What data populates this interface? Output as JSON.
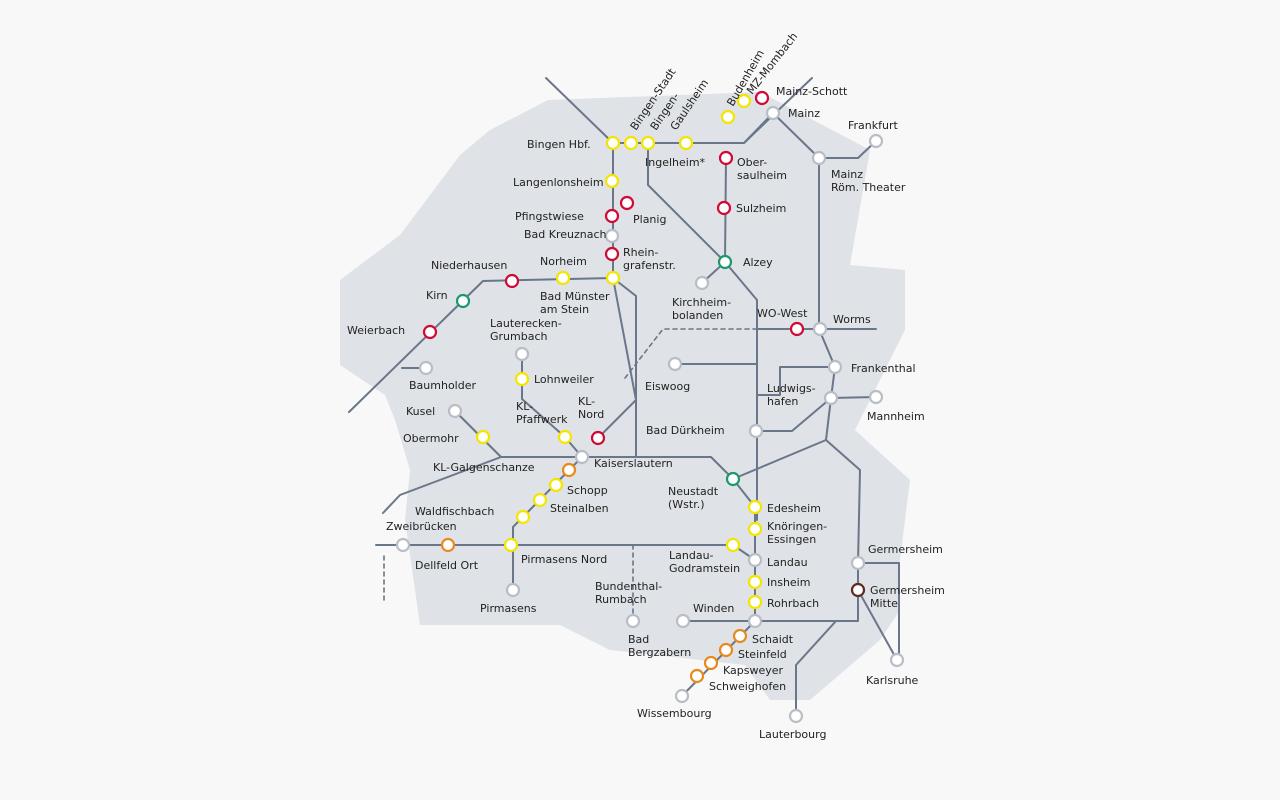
{
  "colors": {
    "track": "#6a7689",
    "region": "#dfe2e6",
    "station_types": {
      "yellow": "#f2e600",
      "red": "#d10a35",
      "green": "#1a9a6a",
      "orange": "#e88a1e",
      "gray": "#b9bec6",
      "brown": "#5a2d1e"
    }
  },
  "stations": [
    {
      "id": "mainz-schott",
      "label": "Mainz-Schott",
      "type": "red"
    },
    {
      "id": "mz-mombach",
      "label": "MZ-Mombach",
      "type": "yellow"
    },
    {
      "id": "budenheim",
      "label": "Budenheim",
      "type": "yellow"
    },
    {
      "id": "gaulsheim",
      "label": "Gaulsheim",
      "type": "yellow"
    },
    {
      "id": "bingen-stadt",
      "label": "Bingen-Stadt",
      "type": "yellow"
    },
    {
      "id": "bingen",
      "label": "Bingen-",
      "type": "yellow"
    },
    {
      "id": "bingen-hbf",
      "label": "Bingen Hbf.",
      "type": "yellow"
    },
    {
      "id": "mainz",
      "label": "Mainz",
      "type": "gray"
    },
    {
      "id": "frankfurt",
      "label": "Frankfurt",
      "type": "gray"
    },
    {
      "id": "mainz-roem-theater",
      "label": "Mainz\nRöm. Theater",
      "type": "gray"
    },
    {
      "id": "ober-saulheim",
      "label": "Ober-\nsaulheim",
      "type": "red"
    },
    {
      "id": "sulzheim",
      "label": "Sulzheim",
      "type": "red"
    },
    {
      "id": "ingelheim",
      "label": "Ingelheim*",
      "type": "none"
    },
    {
      "id": "langenlonsheim",
      "label": "Langenlonsheim",
      "type": "yellow"
    },
    {
      "id": "pfingstwiese",
      "label": "Pfingstwiese",
      "type": "red"
    },
    {
      "id": "planig",
      "label": "Planig",
      "type": "red"
    },
    {
      "id": "bad-kreuznach",
      "label": "Bad Kreuznach",
      "type": "gray"
    },
    {
      "id": "rheingrafenstr",
      "label": "Rhein-\ngrafenstr.",
      "type": "red"
    },
    {
      "id": "alzey",
      "label": "Alzey",
      "type": "green"
    },
    {
      "id": "niederhausen",
      "label": "Niederhausen",
      "type": "red"
    },
    {
      "id": "norheim",
      "label": "Norheim",
      "type": "yellow"
    },
    {
      "id": "bad-muenster",
      "label": "Bad Münster\nam Stein",
      "type": "yellow"
    },
    {
      "id": "kirn",
      "label": "Kirn",
      "type": "green"
    },
    {
      "id": "weierbach",
      "label": "Weierbach",
      "type": "red"
    },
    {
      "id": "kirchheimbolanden",
      "label": "Kirchheim-\nbolanden",
      "type": "gray"
    },
    {
      "id": "wo-west",
      "label": "WO-West",
      "type": "red"
    },
    {
      "id": "worms",
      "label": "Worms",
      "type": "gray"
    },
    {
      "id": "lauterecken",
      "label": "Lauterecken-\nGrumbach",
      "type": "gray"
    },
    {
      "id": "baumholder",
      "label": "Baumholder",
      "type": "gray"
    },
    {
      "id": "lohnweiler",
      "label": "Lohnweiler",
      "type": "yellow"
    },
    {
      "id": "eiswoog",
      "label": "Eiswoog",
      "type": "gray"
    },
    {
      "id": "frankenthal",
      "label": "Frankenthal",
      "type": "gray"
    },
    {
      "id": "ludwigshafen",
      "label": "Ludwigs-\nhafen",
      "type": "gray"
    },
    {
      "id": "mannheim",
      "label": "Mannheim",
      "type": "gray"
    },
    {
      "id": "kusel",
      "label": "Kusel",
      "type": "gray"
    },
    {
      "id": "obermohr",
      "label": "Obermohr",
      "type": "yellow"
    },
    {
      "id": "kl-pfaffwerk",
      "label": "KL-\nPfaffwerk",
      "type": "yellow"
    },
    {
      "id": "kl-nord",
      "label": "KL-\nNord",
      "type": "red"
    },
    {
      "id": "bad-duerkheim",
      "label": "Bad Dürkheim",
      "type": "gray"
    },
    {
      "id": "kaiserslautern",
      "label": "Kaiserslautern",
      "type": "gray"
    },
    {
      "id": "kl-galgenschanze",
      "label": "KL-Galgenschanze",
      "type": "orange"
    },
    {
      "id": "schopp",
      "label": "Schopp",
      "type": "yellow"
    },
    {
      "id": "steinalben",
      "label": "Steinalben",
      "type": "yellow"
    },
    {
      "id": "waldfischbach",
      "label": "Waldfischbach",
      "type": "yellow"
    },
    {
      "id": "zweibruecken",
      "label": "Zweibrücken",
      "type": "gray"
    },
    {
      "id": "dellfeld-ort",
      "label": "Dellfeld Ort",
      "type": "orange"
    },
    {
      "id": "pirmasens-nord",
      "label": "Pirmasens Nord",
      "type": "yellow"
    },
    {
      "id": "pirmasens",
      "label": "Pirmasens",
      "type": "gray"
    },
    {
      "id": "neustadt",
      "label": "Neustadt\n(Wstr.)",
      "type": "green"
    },
    {
      "id": "edesheim",
      "label": "Edesheim",
      "type": "yellow"
    },
    {
      "id": "knoeringen",
      "label": "Knöringen-\nEssingen",
      "type": "yellow"
    },
    {
      "id": "landau-godramstein",
      "label": "Landau-\nGodramstein",
      "type": "yellow"
    },
    {
      "id": "landau",
      "label": "Landau",
      "type": "gray"
    },
    {
      "id": "bundenthal",
      "label": "Bundenthal-\nRumbach",
      "type": "gray"
    },
    {
      "id": "insheim",
      "label": "Insheim",
      "type": "yellow"
    },
    {
      "id": "rohrbach",
      "label": "Rohrbach",
      "type": "yellow"
    },
    {
      "id": "winden",
      "label": "Winden",
      "type": "gray"
    },
    {
      "id": "winden-hub",
      "label": "",
      "type": "gray"
    },
    {
      "id": "germersheim",
      "label": "Germersheim",
      "type": "gray"
    },
    {
      "id": "germersheim-mitte",
      "label": "Germersheim\nMitte",
      "type": "brown"
    },
    {
      "id": "schaidt",
      "label": "Schaidt",
      "type": "orange"
    },
    {
      "id": "steinfeld",
      "label": "Steinfeld",
      "type": "orange"
    },
    {
      "id": "kapsweyer",
      "label": "Kapsweyer",
      "type": "orange"
    },
    {
      "id": "schweighofen",
      "label": "Schweighofen",
      "type": "orange"
    },
    {
      "id": "bad-bergzabern",
      "label": "Bad\nBergzabern",
      "type": "none"
    },
    {
      "id": "wissembourg",
      "label": "Wissembourg",
      "type": "gray"
    },
    {
      "id": "karlsruhe",
      "label": "Karlsruhe",
      "type": "gray"
    },
    {
      "id": "lauterbourg",
      "label": "Lauterbourg",
      "type": "gray"
    }
  ]
}
